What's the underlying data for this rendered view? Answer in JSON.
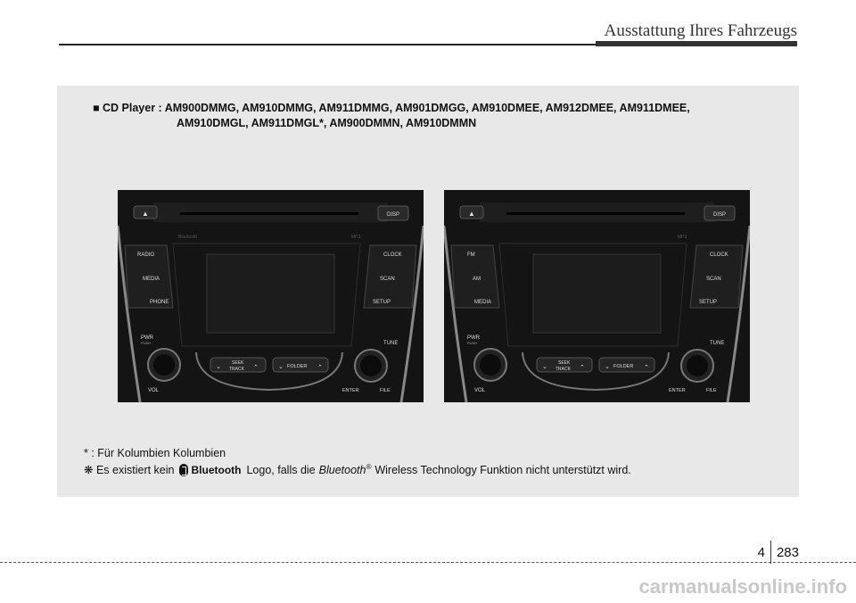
{
  "header": {
    "title": "Ausstattung Ihres Fahrzeugs"
  },
  "section": {
    "heading_line1": "■ CD Player : AM900DMMG, AM910DMMG, AM911DMMG, AM901DMGG, AM910DMEE, AM912DMEE, AM911DMEE,",
    "heading_line2": "AM910DMGL, AM911DMGL*, AM900DMMN, AM910DMMN"
  },
  "radio_left": {
    "eject": "▲",
    "disp": "DISP",
    "brand": "Bluetooth",
    "mp3": "MP3",
    "buttons_left": [
      "RADIO",
      "MEDIA",
      "PHONE"
    ],
    "buttons_right": [
      "CLOCK",
      "SCAN",
      "SETUP"
    ],
    "pwr": "PWR",
    "push": "PUSH",
    "vol": "VOL",
    "tune": "TUNE",
    "enter": "ENTER",
    "file": "FILE",
    "seek": "SEEK",
    "track": "TRACK",
    "folder": "FOLDER"
  },
  "radio_right": {
    "eject": "▲",
    "disp": "DISP",
    "mp3": "MP3",
    "buttons_left": [
      "FM",
      "AM",
      "MEDIA"
    ],
    "buttons_right": [
      "CLOCK",
      "SCAN",
      "SETUP"
    ],
    "pwr": "PWR",
    "push": "PUSH",
    "vol": "VOL",
    "tune": "TUNE",
    "enter": "ENTER",
    "file": "FILE",
    "seek": "SEEK",
    "track": "TRACK",
    "folder": "FOLDER"
  },
  "footnotes": {
    "note1": "* : Für Kolumbien Kolumbien",
    "note2_prefix": "❋ Es existiert kein",
    "bt_logo_text": "Bluetooth",
    "note2_middle": "Logo, falls die",
    "bluetooth_italic": "Bluetooth",
    "registered": "®",
    "note2_suffix": "Wireless Technology Funktion nicht unterstützt wird."
  },
  "page": {
    "chapter": "4",
    "number": "283"
  },
  "watermark": "carmanualsonline.info"
}
